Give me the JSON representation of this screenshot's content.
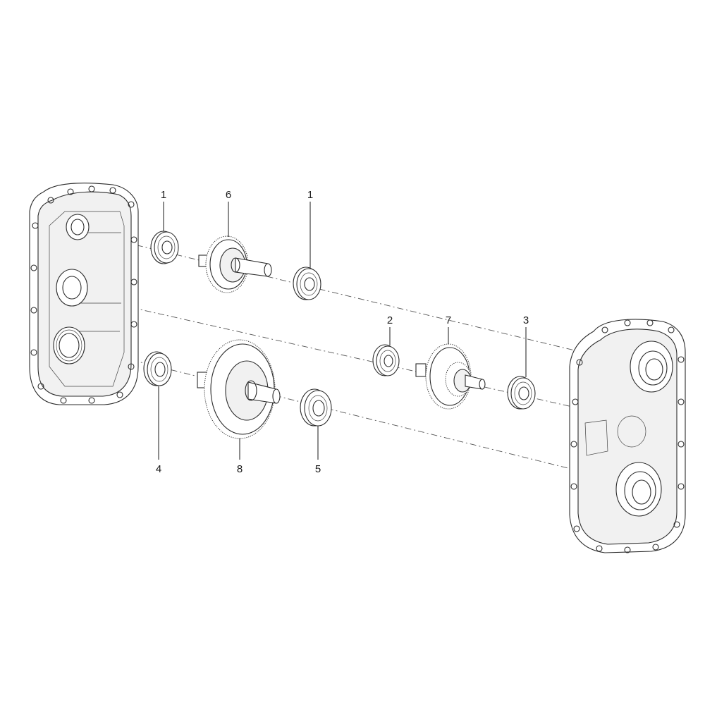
{
  "callouts": [
    {
      "id": "c1a",
      "label": "1"
    },
    {
      "id": "c6",
      "label": "6"
    },
    {
      "id": "c1b",
      "label": "1"
    },
    {
      "id": "c2",
      "label": "2"
    },
    {
      "id": "c7",
      "label": "7"
    },
    {
      "id": "c3",
      "label": "3"
    },
    {
      "id": "c4",
      "label": "4"
    },
    {
      "id": "c8",
      "label": "8"
    },
    {
      "id": "c5",
      "label": "5"
    }
  ]
}
